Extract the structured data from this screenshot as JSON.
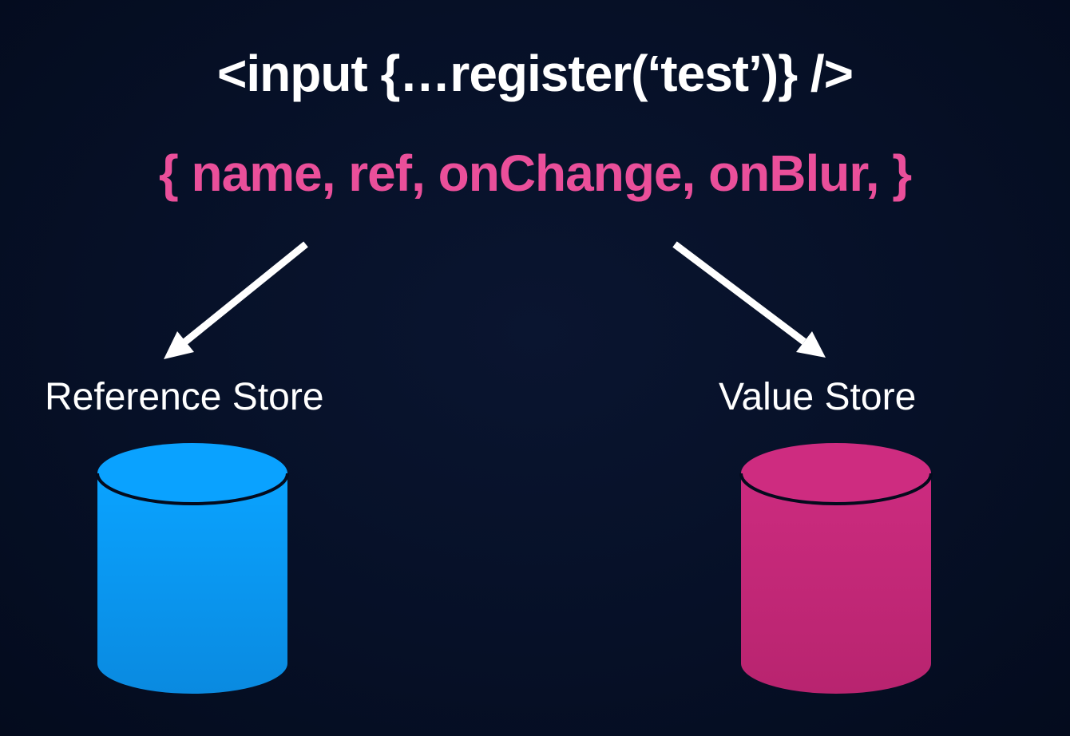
{
  "code": {
    "jsx_line": "<input {…register(‘test’)} />",
    "props_line": "{ name, ref, onChange, onBlur, }"
  },
  "stores": {
    "reference": {
      "label": "Reference Store",
      "color": "#0a9cf5"
    },
    "value": {
      "label": "Value Store",
      "color": "#c8277a"
    }
  },
  "colors": {
    "background": "#061027",
    "props_text": "#ea4f9a",
    "arrow": "#ffffff"
  }
}
